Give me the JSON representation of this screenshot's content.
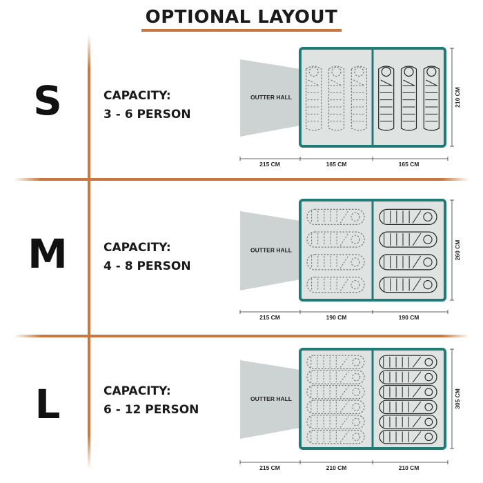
{
  "title": "OPTIONAL LAYOUT",
  "colors": {
    "accent": "#c9773f",
    "tent": "#1f7a78",
    "floor": "#dfe4e3",
    "hall": "#cdd3d2"
  },
  "icons": [
    "sleeping-bag-icon"
  ],
  "sizes": [
    {
      "letter": "S",
      "capacity_label": "CAPACITY:",
      "capacity_value": "3 - 6 PERSON",
      "hall_label": "OUTTER HALL",
      "height_label": "210 CM",
      "widths": [
        "215 CM",
        "165 CM",
        "165 CM"
      ],
      "bags_per_room": 3,
      "orientation": "vertical"
    },
    {
      "letter": "M",
      "capacity_label": "CAPACITY:",
      "capacity_value": "4 - 8 PERSON",
      "hall_label": "OUTTER HALL",
      "height_label": "260 CM",
      "widths": [
        "215 CM",
        "190 CM",
        "190 CM"
      ],
      "bags_per_room": 4,
      "orientation": "horizontal"
    },
    {
      "letter": "L",
      "capacity_label": "CAPACITY:",
      "capacity_value": "6 - 12 PERSON",
      "hall_label": "OUTTER HALL",
      "height_label": "305 CM",
      "widths": [
        "215 CM",
        "210 CM",
        "210 CM"
      ],
      "bags_per_room": 6,
      "orientation": "horizontal"
    }
  ]
}
